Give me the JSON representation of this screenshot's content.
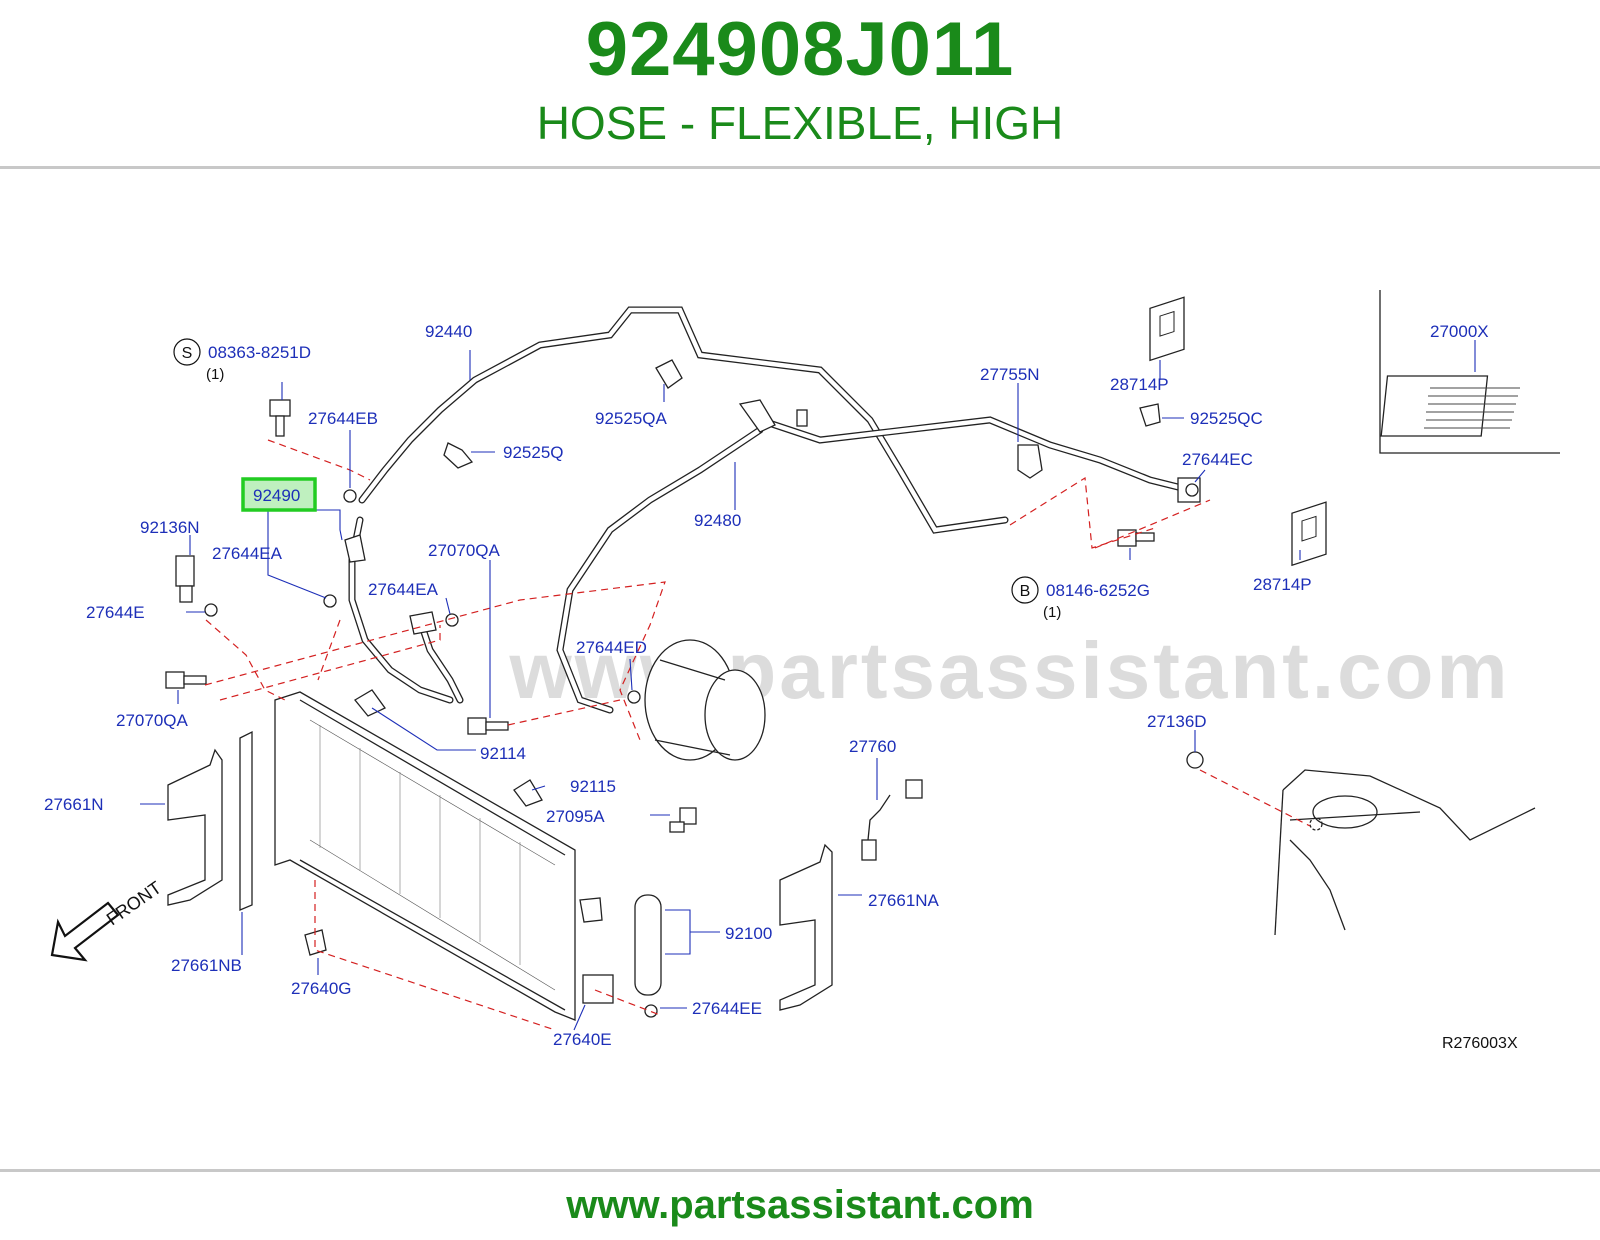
{
  "header": {
    "part_number": "924908J011",
    "description": "HOSE - FLEXIBLE, HIGH"
  },
  "diagram": {
    "watermark": "www.partsassistant.com",
    "reference": "R276003X",
    "front_label": "FRONT",
    "highlighted_part": "92490",
    "callouts": {
      "p08363": "08363-8251D",
      "p08363_qty": "(1)",
      "p08363_badge": "S",
      "p92440": "92440",
      "p92525QA": "92525QA",
      "p27755N": "27755N",
      "p28714P_top": "28714P",
      "p92525QC": "92525QC",
      "p27000X": "27000X",
      "p27644EB": "27644EB",
      "p92525Q": "92525Q",
      "p92490": "92490",
      "p92136N": "92136N",
      "p27644EA_1": "27644EA",
      "p27070QA_1": "27070QA",
      "p92480": "92480",
      "p27644EC": "27644EC",
      "p28714P_right": "28714P",
      "p08146": "08146-6252G",
      "p08146_qty": "(1)",
      "p08146_badge": "B",
      "p27644E": "27644E",
      "p27644EA_2": "27644EA",
      "p27644ED": "27644ED",
      "p27070QA_2": "27070QA",
      "p92114": "92114",
      "p27136D": "27136D",
      "p27760": "27760",
      "p92115": "92115",
      "p27661N": "27661N",
      "p27095A": "27095A",
      "p27661NA": "27661NA",
      "p92100": "92100",
      "p27661NB": "27661NB",
      "p27640G": "27640G",
      "p27644EE": "27644EE",
      "p27640E": "27640E"
    }
  },
  "footer": {
    "url": "www.partsassistant.com"
  },
  "colors": {
    "brand_green": "#1a8a1a",
    "callout_blue": "#1d2fb8",
    "dashed_red": "#d42020",
    "highlight_border": "#22cc22"
  }
}
